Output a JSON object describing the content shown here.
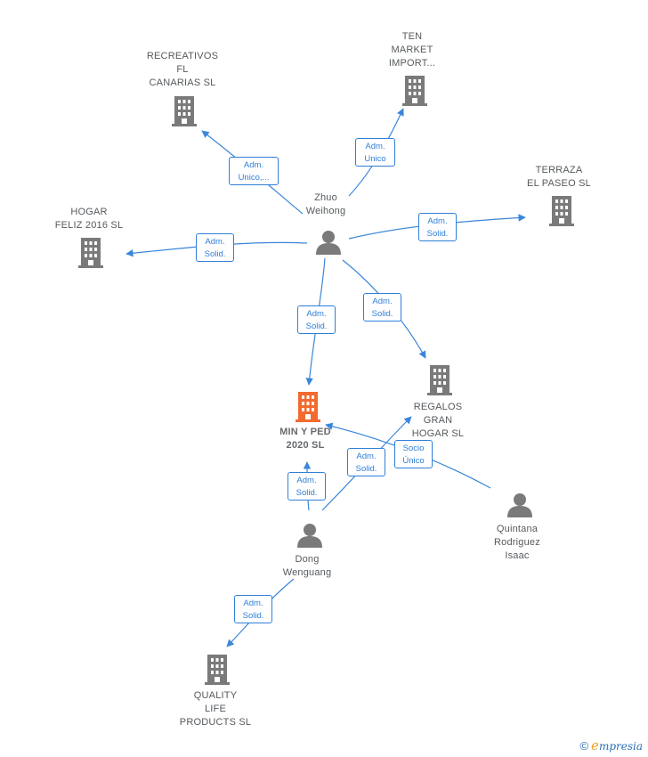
{
  "colors": {
    "edge": "#3a86d9",
    "node": "#7a7a7a",
    "focus": "#f26a2e",
    "text": "#555a5e"
  },
  "nodes": {
    "recreativos": {
      "label": "RECREATIVOS\nFL\nCANARIAS  SL",
      "type": "company",
      "icon": "building-icon"
    },
    "ten_market": {
      "label": "TEN\nMARKET\nIMPORT...",
      "type": "company",
      "icon": "building-icon"
    },
    "terraza": {
      "label": "TERRAZA\nEL PASEO  SL",
      "type": "company",
      "icon": "building-icon"
    },
    "hogar_feliz": {
      "label": "HOGAR\nFELIZ 2016  SL",
      "type": "company",
      "icon": "building-icon"
    },
    "zhuo": {
      "label": "Zhuo\nWeihong",
      "type": "person",
      "icon": "person-icon"
    },
    "min_y_ped": {
      "label": "MIN Y PED\n2020  SL",
      "type": "focus-company",
      "icon": "building-icon"
    },
    "regalos": {
      "label": "REGALOS\nGRAN\nHOGAR  SL",
      "type": "company",
      "icon": "building-icon"
    },
    "quintana": {
      "label": "Quintana\nRodriguez\nIsaac",
      "type": "person",
      "icon": "person-icon"
    },
    "dong": {
      "label": "Dong\nWenguang",
      "type": "person",
      "icon": "person-icon"
    },
    "quality": {
      "label": "QUALITY\nLIFE\nPRODUCTS SL",
      "type": "company",
      "icon": "building-icon"
    }
  },
  "edges": [
    {
      "from": "zhuo",
      "to": "recreativos",
      "label": "Adm.\nUnico,..."
    },
    {
      "from": "zhuo",
      "to": "ten_market",
      "label": "Adm.\nUnico"
    },
    {
      "from": "zhuo",
      "to": "terraza",
      "label": "Adm.\nSolid."
    },
    {
      "from": "zhuo",
      "to": "hogar_feliz",
      "label": "Adm.\nSolid."
    },
    {
      "from": "zhuo",
      "to": "min_y_ped",
      "label": "Adm.\nSolid."
    },
    {
      "from": "zhuo",
      "to": "regalos",
      "label": "Adm.\nSolid."
    },
    {
      "from": "dong",
      "to": "min_y_ped",
      "label": "Adm.\nSolid."
    },
    {
      "from": "dong",
      "to": "regalos",
      "label": "Adm.\nSolid."
    },
    {
      "from": "quintana",
      "to": "min_y_ped",
      "label": "Socio\nÚnico"
    },
    {
      "from": "dong",
      "to": "quality",
      "label": "Adm.\nSolid."
    }
  ],
  "brand": {
    "copyright": "©",
    "initial": "e",
    "rest": "mpresia"
  }
}
